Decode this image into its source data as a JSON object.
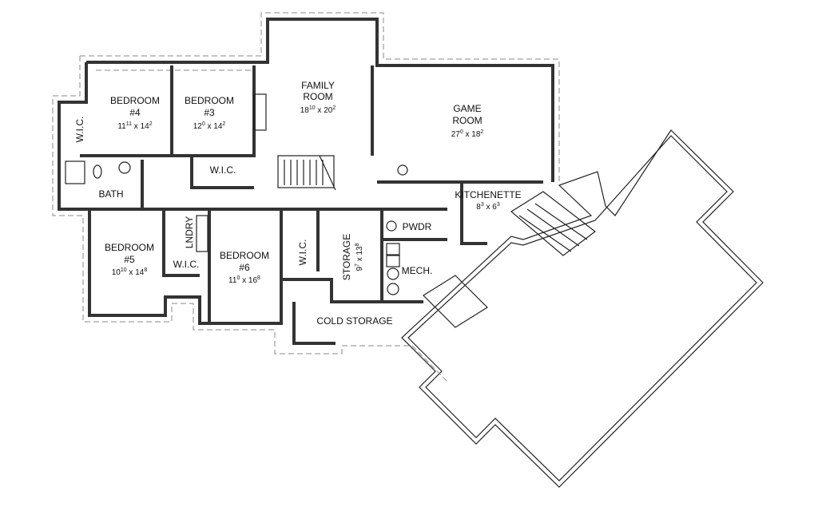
{
  "rooms": [
    {
      "id": "bedroom-4",
      "lines": [
        "BEDROOM",
        "#4"
      ],
      "dim": {
        "a": "11",
        "as": "11",
        "b": "14",
        "bs": "2"
      }
    },
    {
      "id": "bedroom-3",
      "lines": [
        "BEDROOM",
        "#3"
      ],
      "dim": {
        "a": "12",
        "as": "0",
        "b": "14",
        "bs": "2"
      }
    },
    {
      "id": "family-room",
      "lines": [
        "FAMILY",
        "ROOM"
      ],
      "dim": {
        "a": "18",
        "as": "10",
        "b": "20",
        "bs": "2"
      }
    },
    {
      "id": "game-room",
      "lines": [
        "GAME",
        "ROOM"
      ],
      "dim": {
        "a": "27",
        "as": "0",
        "b": "18",
        "bs": "2"
      }
    },
    {
      "id": "kitchenette",
      "lines": [
        "KITCHENETTE"
      ],
      "dim": {
        "a": "8",
        "as": "3",
        "b": "6",
        "bs": "3"
      }
    },
    {
      "id": "bedroom-5",
      "lines": [
        "BEDROOM",
        "#5"
      ],
      "dim": {
        "a": "10",
        "as": "10",
        "b": "14",
        "bs": "8"
      }
    },
    {
      "id": "bedroom-6",
      "lines": [
        "BEDROOM",
        "#6"
      ],
      "dim": {
        "a": "11",
        "as": "0",
        "b": "16",
        "bs": "8"
      }
    },
    {
      "id": "storage",
      "lines": [
        "STORAGE"
      ],
      "dim": {
        "a": "9",
        "as": "7",
        "b": "13",
        "bs": "8"
      }
    }
  ],
  "labels": {
    "wic_1": "W.I.C.",
    "wic_2": "W.I.C.",
    "wic_3": "W.I.C.",
    "wic_4": "W.I.C.",
    "bath": "BATH",
    "laundry": "LNDRY",
    "powder": "PWDR",
    "mech": "MECH.",
    "cold_storage": "COLD STORAGE"
  },
  "dim_separator": " x "
}
